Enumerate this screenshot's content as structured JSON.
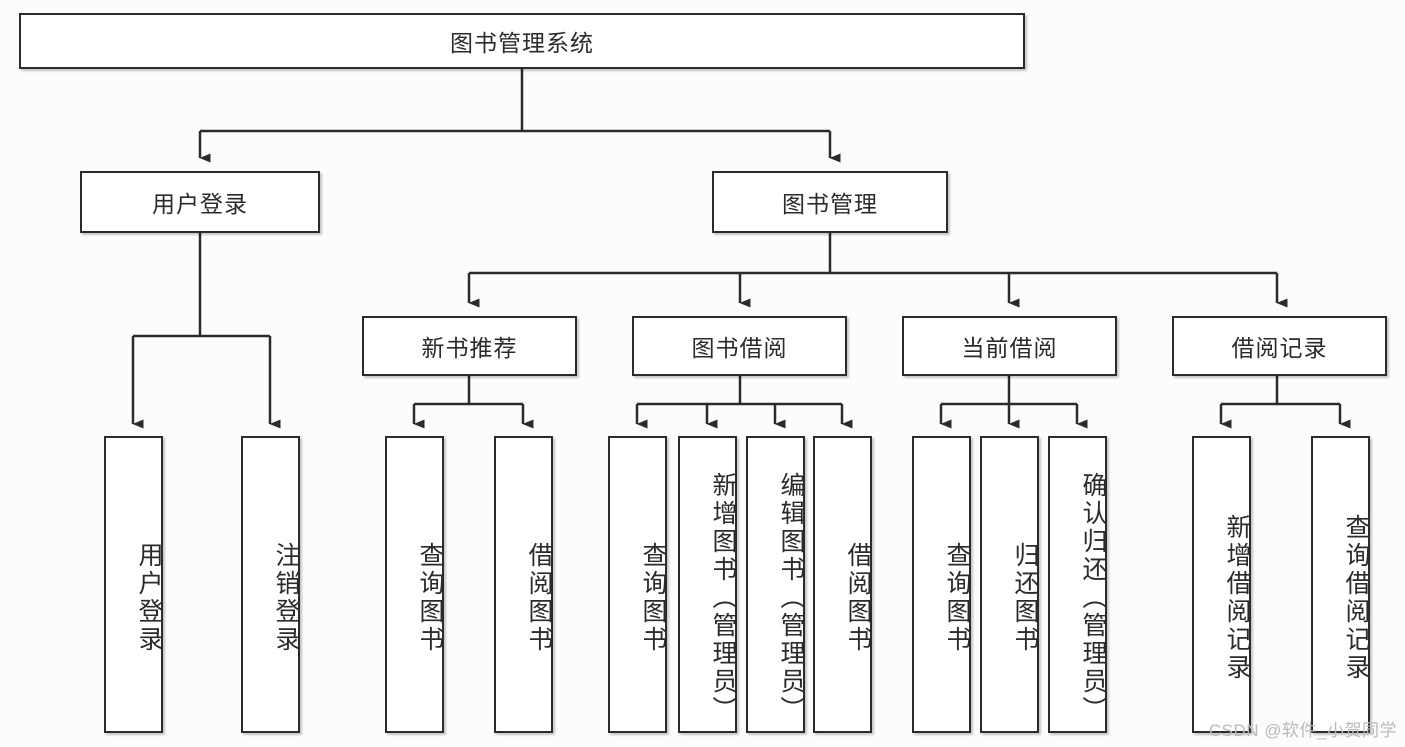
{
  "diagram": {
    "title": "图书管理系统",
    "type": "tree",
    "orientation": "top-down",
    "colors": {
      "box_border": "#2b2b2b",
      "box_fill": "#ffffff",
      "connector": "#2b2b2b",
      "canvas": "#fcfcfc",
      "watermark": "#b9b9b9"
    },
    "root": {
      "label": "图书管理系统"
    },
    "level2": [
      {
        "label": "用户登录"
      },
      {
        "label": "图书管理"
      }
    ],
    "level3": [
      {
        "label": "新书推荐"
      },
      {
        "label": "图书借阅"
      },
      {
        "label": "当前借阅"
      },
      {
        "label": "借阅记录"
      }
    ],
    "leaves": {
      "user_login": [
        {
          "label": "用户登录"
        },
        {
          "label": "注销登录"
        }
      ],
      "new_book_recommend": [
        {
          "label": "查询图书"
        },
        {
          "label": "借阅图书"
        }
      ],
      "book_borrow": [
        {
          "label": "查询图书"
        },
        {
          "label": "新增图书（管理员）"
        },
        {
          "label": "编辑图书（管理员）"
        },
        {
          "label": "借阅图书"
        }
      ],
      "current_borrow": [
        {
          "label": "查询图书"
        },
        {
          "label": "归还图书"
        },
        {
          "label": "确认归还（管理员）"
        }
      ],
      "borrow_record": [
        {
          "label": "新增借阅记录"
        },
        {
          "label": "查询借阅记录"
        }
      ]
    }
  },
  "watermark": {
    "text": "CSDN @软件_小贺同学"
  }
}
